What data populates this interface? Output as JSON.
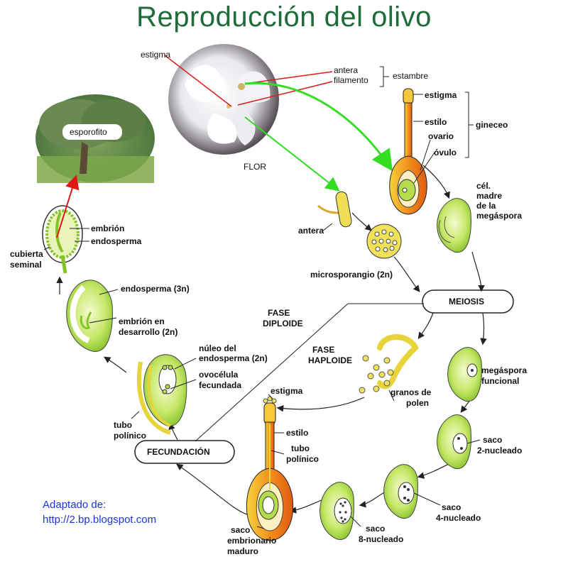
{
  "title": "Reproducción del olivo",
  "labels": {
    "estigma_top": "estigma",
    "antera_top": "antera",
    "filamento": "filamento",
    "estambre": "estambre",
    "flor": "FLOR",
    "esporofito": "esporofito",
    "gineceo_estigma": "estigma",
    "estilo_top": "estilo",
    "ovario": "ovario",
    "ovulo": "óvulo",
    "gineceo": "gineceo",
    "cel_madre_1": "cél.",
    "cel_madre_2": "madre",
    "cel_madre_3": "de la",
    "cel_madre_4": "megáspora",
    "antera_mid": "antera",
    "microsporangio": "microsporangio (2n)",
    "meiosis": "MEIOSIS",
    "embrion": "embrión",
    "endosperma": "endosperma",
    "cubierta_1": "cubierta",
    "cubierta_2": "seminal",
    "endosperma_3n": "endosperma (3n)",
    "embrion_desarrollo_1": "embrión en",
    "embrion_desarrollo_2": "desarrollo (2n)",
    "fase_diploide_1": "FASE",
    "fase_diploide_2": "DIPLOIDE",
    "fase_haploide_1": "FASE",
    "fase_haploide_2": "HAPLOIDE",
    "nucleo_1": "núleo del",
    "nucleo_2": "endosperma (2n)",
    "ovocelula_1": "ovocélula",
    "ovocelula_2": "fecundada",
    "megaspora_1": "megáspora",
    "megaspora_2": "funcional",
    "granos_1": "granos de",
    "granos_2": "polen",
    "estigma_bottom": "estigma",
    "tubo_left_1": "tubo",
    "tubo_left_2": "polínico",
    "fecundacion": "FECUNDACIÓN",
    "estilo_bottom": "estilo",
    "tubo_mid_1": "tubo",
    "tubo_mid_2": "polínico",
    "saco2_1": "saco",
    "saco2_2": "2-nucleado",
    "saco4_1": "saco",
    "saco4_2": "4-nucleado",
    "saco8_1": "saco",
    "saco8_2": "8-nucleado",
    "saco_maduro_1": "saco",
    "saco_maduro_2": "embrionario",
    "saco_maduro_3": "maduro"
  },
  "credit": {
    "line1": "Adaptado de:",
    "line2": "http://2.bp.blogspot.com"
  },
  "colors": {
    "title": "#1f6b3a",
    "credit": "#1d35d6",
    "green_arrow": "#33dd22",
    "red_line": "#e01818",
    "ovule_green": "#a8d63a",
    "pistil_orange": "#f08a1a",
    "pollen_yellow": "#e6d43a"
  }
}
